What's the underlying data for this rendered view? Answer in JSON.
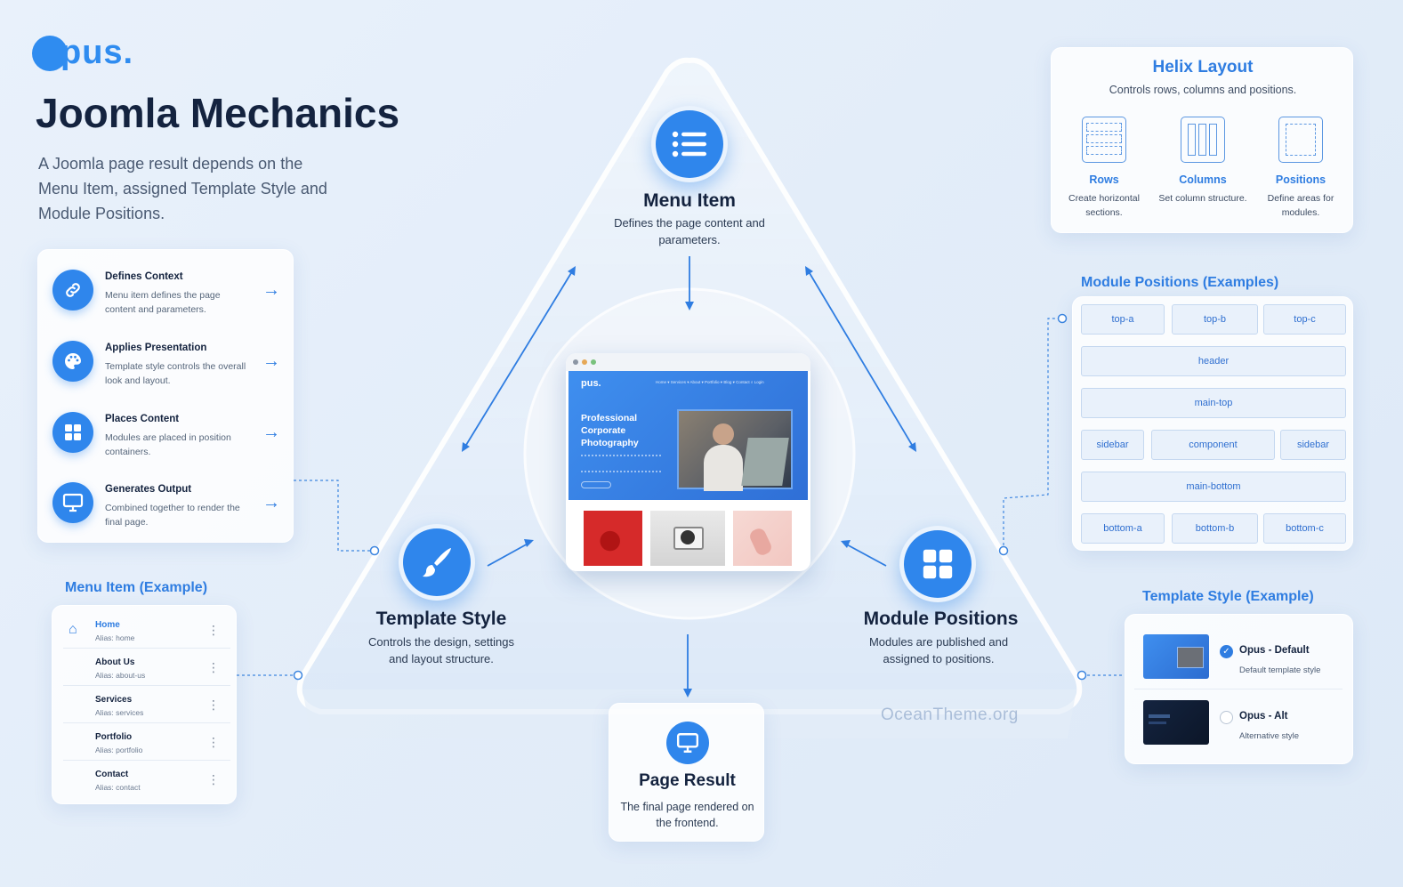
{
  "brand": {
    "logo_text": "pus.",
    "accent": "#2f86ec"
  },
  "title": "Joomla Mechanics",
  "intro": "A Joomla page result depends on the Menu Item, assigned Template Style and Module Positions.",
  "features": [
    {
      "icon": "link-icon",
      "title": "Defines Context",
      "desc": "Menu item defines the page content and parameters."
    },
    {
      "icon": "palette-icon",
      "title": "Applies Presentation",
      "desc": "Template style controls the overall look and layout."
    },
    {
      "icon": "grid-icon",
      "title": "Places Content",
      "desc": "Modules are placed in position containers."
    },
    {
      "icon": "monitor-icon",
      "title": "Generates Output",
      "desc": "Combined together to render the final page."
    }
  ],
  "menu_example": {
    "title": "Menu Item (Example)",
    "items": [
      {
        "title": "Home",
        "alias": "Alias: home"
      },
      {
        "title": "About Us",
        "alias": "Alias: about-us"
      },
      {
        "title": "Services",
        "alias": "Alias: services"
      },
      {
        "title": "Portfolio",
        "alias": "Alias: portfolio"
      },
      {
        "title": "Contact",
        "alias": "Alias: contact"
      }
    ]
  },
  "nodes": {
    "menu_item": {
      "title": "Menu Item",
      "desc": "Defines the page content and parameters."
    },
    "template_style": {
      "title": "Template Style",
      "desc": "Controls the design, settings and layout structure."
    },
    "module_positions": {
      "title": "Module Positions",
      "desc": "Modules are published and assigned to positions."
    }
  },
  "preview": {
    "logo": "pus.",
    "nav": "Home ▾   Services ▾   About ▾   Portfolio ▾   Blog ▾   Contact   ⌕        Login",
    "headline": "Professional Corporate Photography"
  },
  "page_result": {
    "title": "Page Result",
    "desc": "The final page rendered on the frontend."
  },
  "watermark": "OceanTheme.org",
  "helix": {
    "title": "Helix Layout",
    "subtitle": "Controls rows, columns and positions.",
    "items": [
      {
        "label": "Rows",
        "desc": "Create horizontal sections."
      },
      {
        "label": "Columns",
        "desc": "Set column structure."
      },
      {
        "label": "Positions",
        "desc": "Define areas for modules."
      }
    ]
  },
  "module_positions": {
    "title": "Module Positions (Examples)",
    "top": [
      "top-a",
      "top-b",
      "top-c"
    ],
    "header": "header",
    "main_top": "main-top",
    "middle": [
      "sidebar",
      "component",
      "sidebar"
    ],
    "main_bottom": "main-bottom",
    "bottom": [
      "bottom-a",
      "bottom-b",
      "bottom-c"
    ]
  },
  "template_example": {
    "title": "Template Style (Example)",
    "styles": [
      {
        "name": "Opus - Default",
        "desc": "Default template style",
        "selected": true
      },
      {
        "name": "Opus - Alt",
        "desc": "Alternative style",
        "selected": false
      }
    ]
  }
}
